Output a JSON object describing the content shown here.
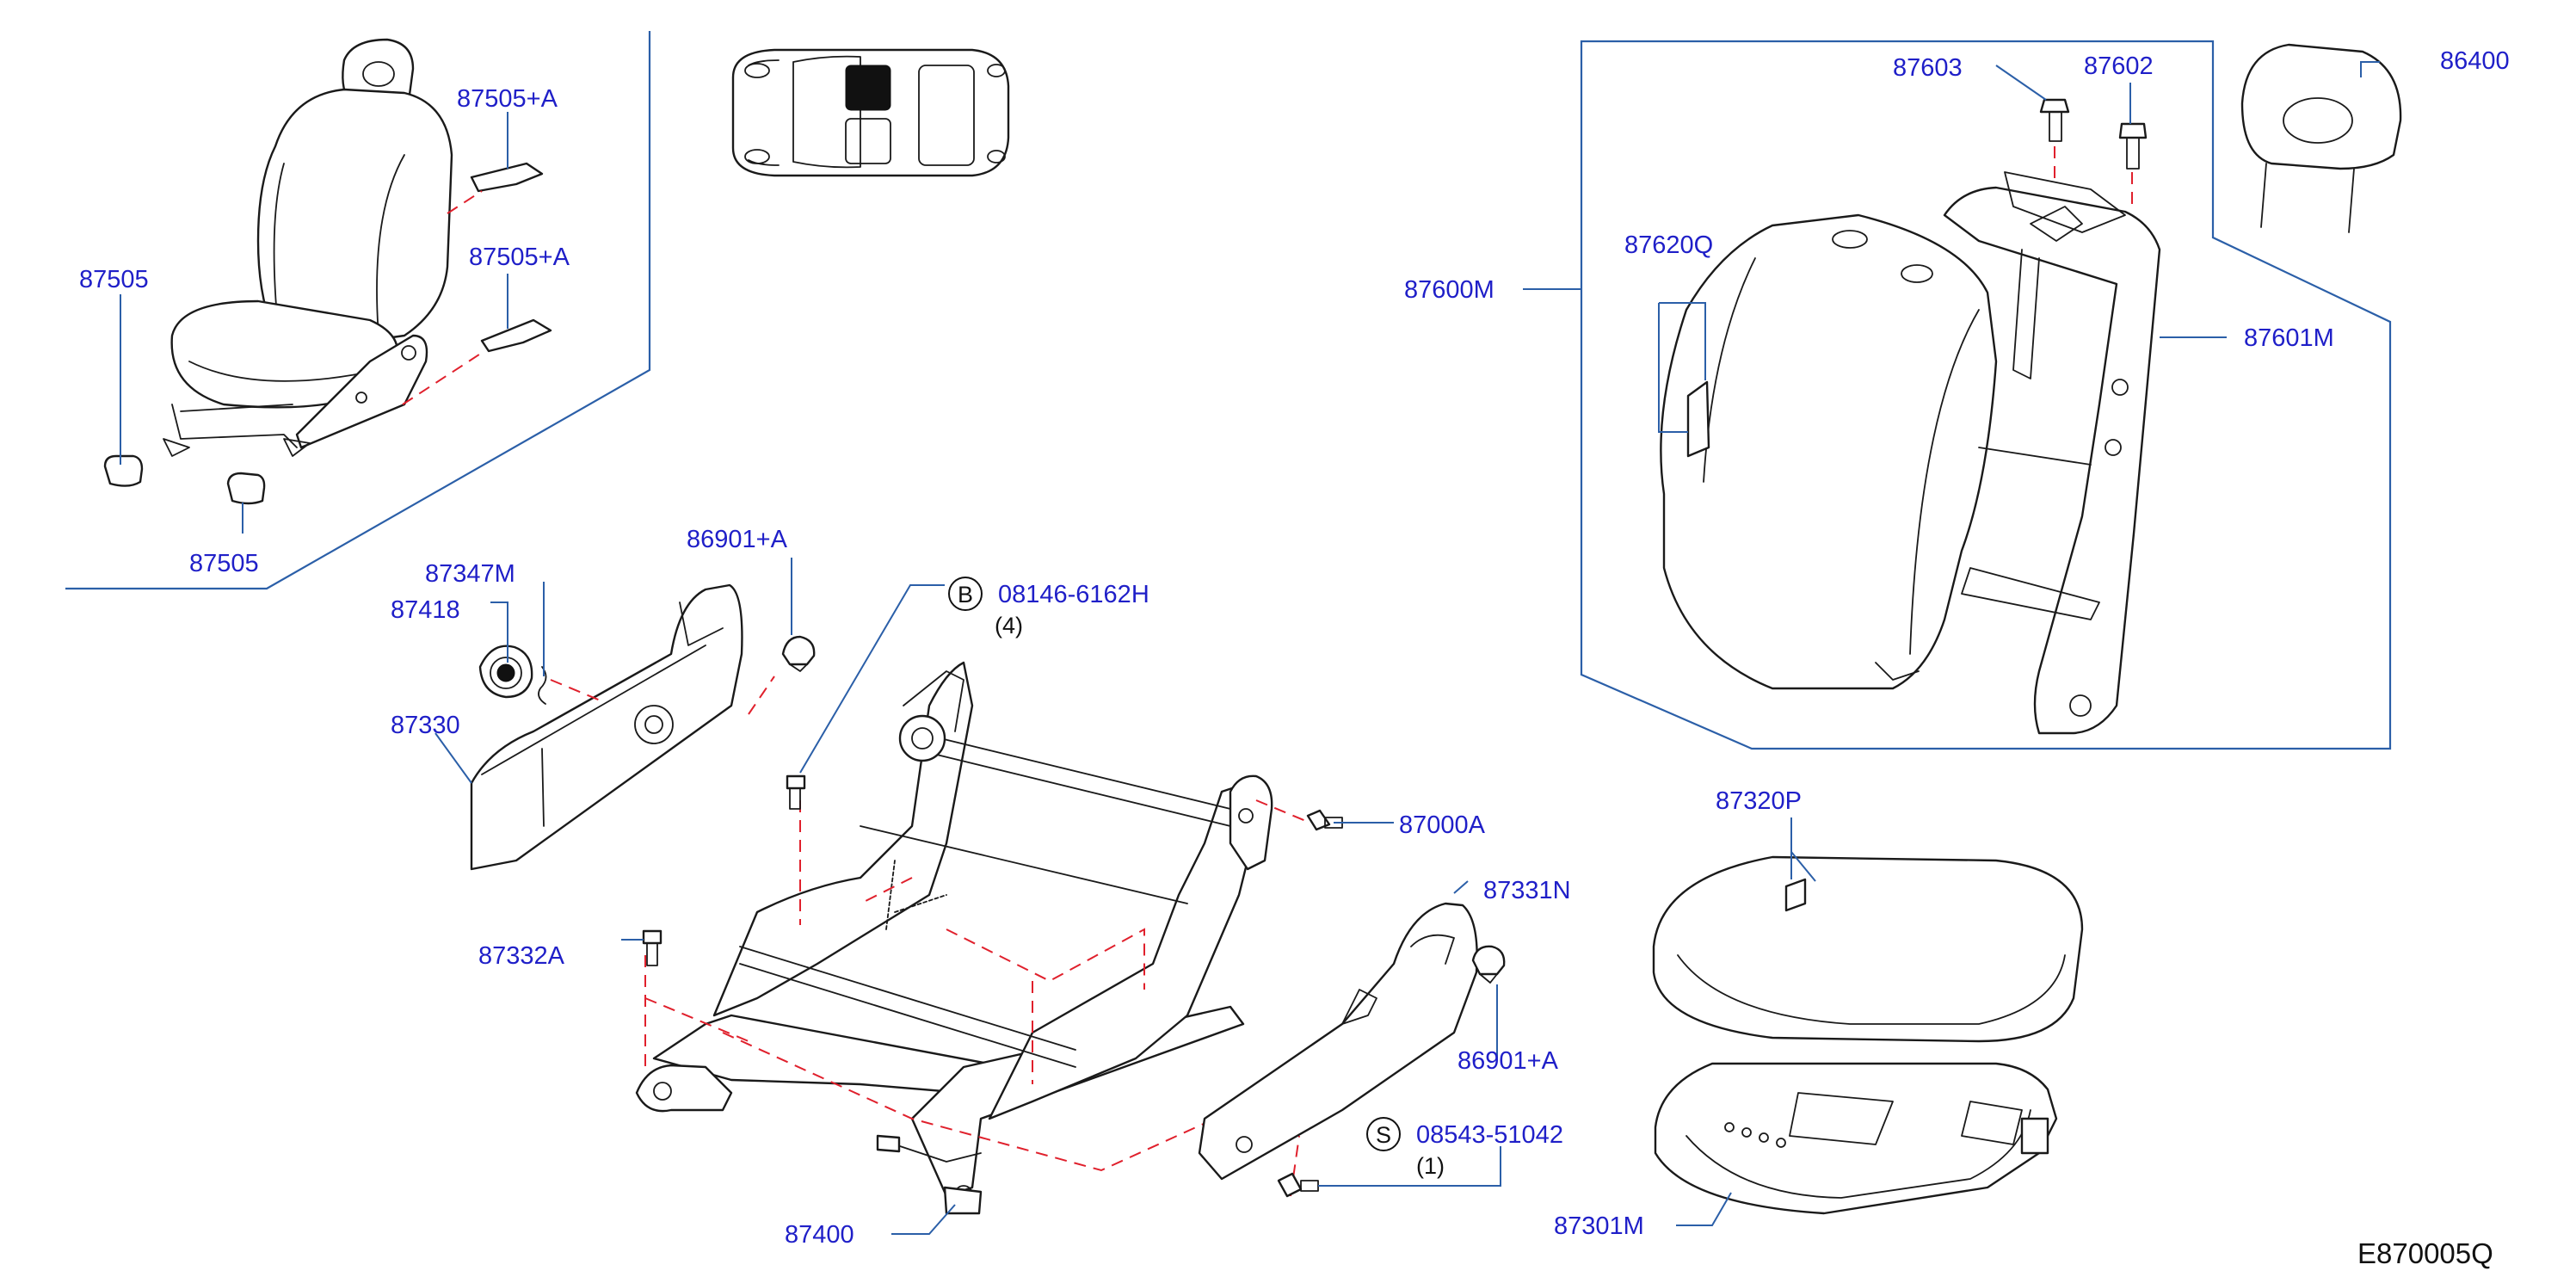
{
  "diagram_code": "E870005Q",
  "labels": {
    "p87505_a1": "87505+A",
    "p87505_a2": "87505+A",
    "p87505_1": "87505",
    "p87505_2": "87505",
    "p87347m": "87347M",
    "p87418": "87418",
    "p87330": "87330",
    "p86901_a1": "86901+A",
    "p86901_a2": "86901+A",
    "p08146": "08146-6162H",
    "p08146_qty": "(4)",
    "p87000a": "87000A",
    "p87331n": "87331N",
    "p87332a": "87332A",
    "p08543": "08543-51042",
    "p08543_qty": "(1)",
    "p87400": "87400",
    "p87600m": "87600M",
    "p87603": "87603",
    "p87602": "87602",
    "p86400": "86400",
    "p87620q": "87620Q",
    "p87601m": "87601M",
    "p87320p": "87320P",
    "p87301m": "87301M"
  },
  "callouts": {
    "bolt_b": "B",
    "screw_s": "S"
  },
  "colors": {
    "label_blue": "#1f1fc8",
    "leader_blue": "#2b5fa8",
    "dashed_red": "#e0202c",
    "line_black": "#1a1a1a"
  }
}
